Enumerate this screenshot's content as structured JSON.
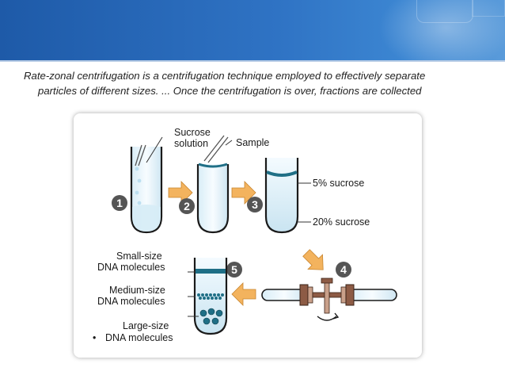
{
  "slide": {
    "caption_line1": "Rate-zonal centrifugation is a centrifugation technique employed to effectively separate",
    "caption_line2": "particles of different sizes. ... Once the centrifugation is over, fractions are collected"
  },
  "figure": {
    "labels": {
      "sucrose_solution_line1": "Sucrose",
      "sucrose_solution_line2": "solution",
      "sample": "Sample",
      "five_percent": "5% sucrose",
      "twenty_percent": "20% sucrose",
      "small_line1": "Small-size",
      "small_line2": "DNA molecules",
      "medium_line1": "Medium-size",
      "medium_line2": "DNA molecules",
      "large_line1": "Large-size",
      "large_line2": "DNA molecules",
      "bullet": "•"
    },
    "steps": [
      "1",
      "2",
      "3",
      "4",
      "5"
    ],
    "colors": {
      "step_circle": "#555555",
      "arrow": "#f3b35e",
      "tube_fill": "#e9f5fb",
      "band": "#1f6f86",
      "header": "#2a6bbd"
    }
  }
}
